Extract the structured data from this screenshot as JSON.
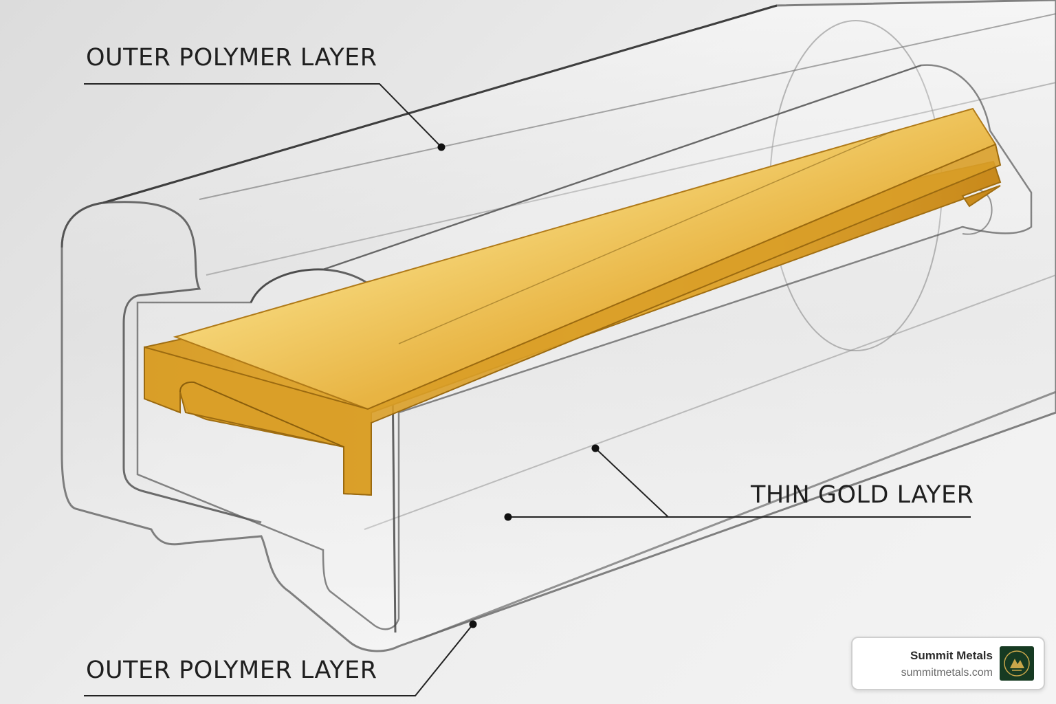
{
  "labels": {
    "outer_top": "OUTER POLYMER LAYER",
    "gold": "THIN GOLD LAYER",
    "outer_bottom": "OUTER POLYMER LAYER"
  },
  "brand": {
    "name": "Summit Metals",
    "url": "summitmetals.com",
    "logo_icon": "summit-metals-logo-icon"
  },
  "colors": {
    "gold": "#e2a52c",
    "gold_light": "#f6d77a",
    "gold_dark": "#b98016",
    "polymer_outline": "#5a5a5a",
    "logo_bg": "#163a22"
  }
}
